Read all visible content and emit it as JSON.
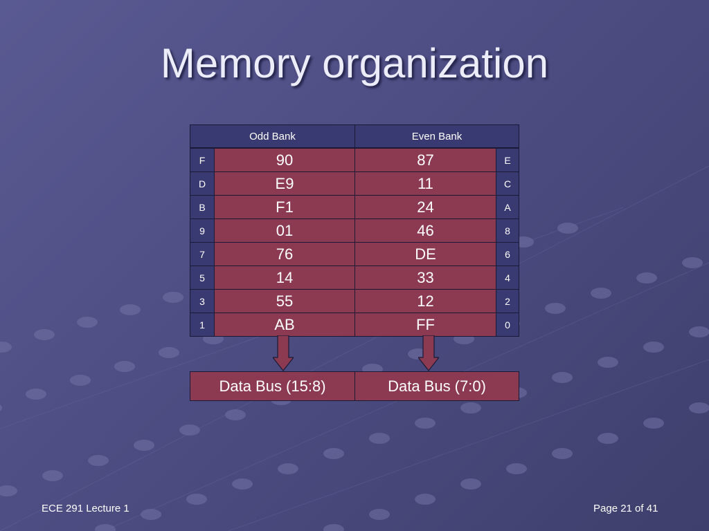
{
  "slide": {
    "title": "Memory organization",
    "footer_left": "ECE 291 Lecture 1",
    "footer_right": "Page 21 of 41"
  },
  "table": {
    "odd_header": "Odd Bank",
    "even_header": "Even Bank",
    "rows": [
      {
        "odd_addr": "F",
        "odd_val": "90",
        "even_val": "87",
        "even_addr": "E"
      },
      {
        "odd_addr": "D",
        "odd_val": "E9",
        "even_val": "11",
        "even_addr": "C"
      },
      {
        "odd_addr": "B",
        "odd_val": "F1",
        "even_val": "24",
        "even_addr": "A"
      },
      {
        "odd_addr": "9",
        "odd_val": "01",
        "even_val": "46",
        "even_addr": "8"
      },
      {
        "odd_addr": "7",
        "odd_val": "76",
        "even_val": "DE",
        "even_addr": "6"
      },
      {
        "odd_addr": "5",
        "odd_val": "14",
        "even_val": "33",
        "even_addr": "4"
      },
      {
        "odd_addr": "3",
        "odd_val": "55",
        "even_val": "12",
        "even_addr": "2"
      },
      {
        "odd_addr": "1",
        "odd_val": "AB",
        "even_val": "FF",
        "even_addr": "0"
      }
    ]
  },
  "bus": {
    "high": "Data Bus (15:8)",
    "low": "Data Bus (7:0)"
  },
  "colors": {
    "header_fill": "#3a3a72",
    "value_fill": "#8b3a52",
    "arrow_fill": "#8b3a52",
    "title_text": "#ededfa"
  }
}
